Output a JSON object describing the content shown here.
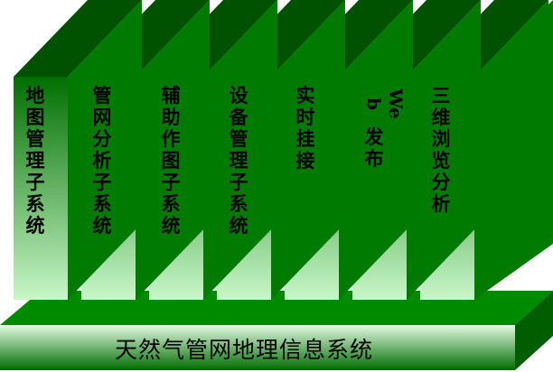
{
  "diagram": {
    "base_title": "天然气管网地理信息系统",
    "modules": [
      {
        "label": "地图管理子系统"
      },
      {
        "label": "管网分析子系统"
      },
      {
        "label": "辅助作图子系统"
      },
      {
        "label": "设备管理子系统"
      },
      {
        "label": "实时挂接"
      },
      {
        "label_latin": "Web",
        "label": "发布"
      },
      {
        "label": "三维浏览分析"
      }
    ]
  },
  "colors": {
    "top_face": "#005200",
    "side_face": "#007a00",
    "front_top": "#006f00",
    "front_bottom": "#c8f7c8",
    "base_front_top": "#e3fbe3",
    "base_front_bottom": "#006b00",
    "base_top": "#008a00",
    "base_right": "#005e00"
  }
}
